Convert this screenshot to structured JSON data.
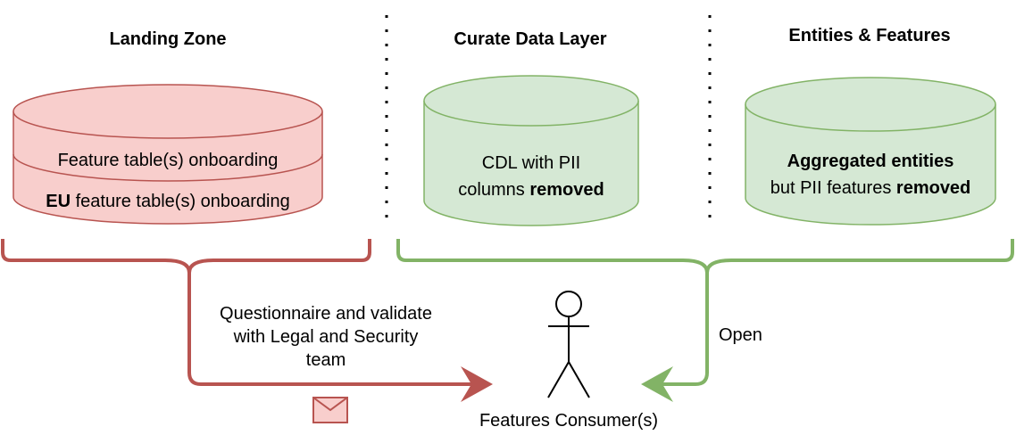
{
  "columns": [
    {
      "id": "landing-zone",
      "title": "Landing Zone",
      "color": "red",
      "lines": [
        [
          {
            "text": "Feature table(s) onboarding",
            "bold": false
          }
        ],
        [
          {
            "text": "EU",
            "bold": true
          },
          {
            "text": " feature table(s) onboarding",
            "bold": false
          }
        ]
      ]
    },
    {
      "id": "curate-data-layer",
      "title": "Curate Data Layer",
      "color": "green",
      "lines": [
        [
          {
            "text": "CDL with PII",
            "bold": false
          }
        ],
        [
          {
            "text": "columns ",
            "bold": false
          },
          {
            "text": "removed",
            "bold": true
          }
        ]
      ]
    },
    {
      "id": "entities-features",
      "title": "Entities & Features",
      "color": "green",
      "lines": [
        [
          {
            "text": "Aggregated entities",
            "bold": true
          }
        ],
        [
          {
            "text": "but PII features ",
            "bold": false
          },
          {
            "text": "removed",
            "bold": true
          }
        ]
      ]
    }
  ],
  "flows": {
    "restricted_label": "Questionnaire and validate with Legal and Security team",
    "restricted_label_lines": [
      "Questionnaire and validate",
      "with Legal and Security",
      "team"
    ],
    "open_label": "Open"
  },
  "actor": {
    "label": "Features Consumer(s)"
  },
  "icons": {
    "envelope": "envelope-icon",
    "actor": "stick-figure-icon"
  },
  "colors": {
    "red_fill": "#f8cecc",
    "red_stroke": "#b85450",
    "green_fill": "#d5e8d4",
    "green_stroke": "#82b366",
    "divider": "#000000"
  }
}
